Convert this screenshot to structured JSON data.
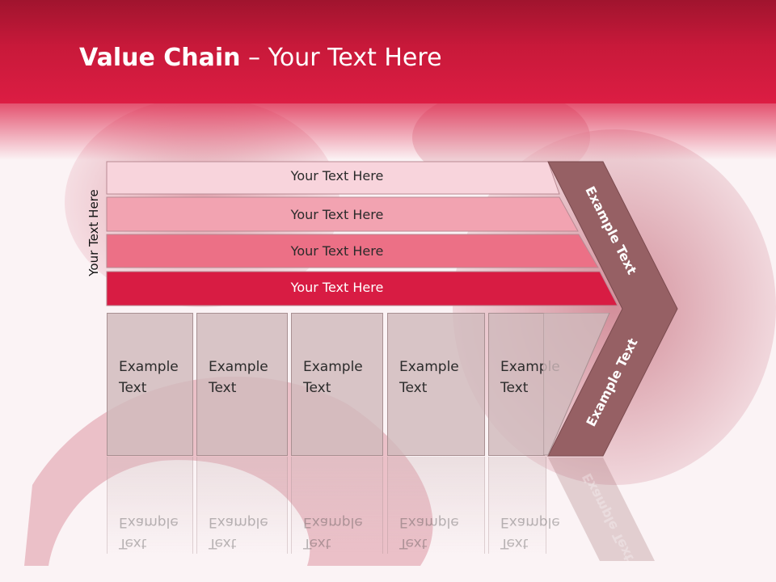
{
  "slide": {
    "title_bold": "Value Chain",
    "title_rest": " – Your Text Here",
    "vertical_label": "Your Text Here"
  },
  "bars": [
    {
      "label": "Your Text Here",
      "color": "#f8d4dc"
    },
    {
      "label": "Your Text Here",
      "color": "#f2a3b1"
    },
    {
      "label": "Your Text Here",
      "color": "#ec7086"
    },
    {
      "label": "Your Text Here",
      "color": "#d81c43"
    }
  ],
  "boxes": [
    {
      "line1": "Example",
      "line2": "Text"
    },
    {
      "line1": "Example",
      "line2": "Text"
    },
    {
      "line1": "Example",
      "line2": "Text"
    },
    {
      "line1": "Example",
      "line2": "Text"
    },
    {
      "line1": "Example",
      "line2": "Text"
    }
  ],
  "chevron": {
    "upper_label": "Example Text",
    "lower_label": "Example Text",
    "color": "#966064"
  },
  "colors": {
    "header": "#c8193a",
    "box": "#d0babc"
  }
}
